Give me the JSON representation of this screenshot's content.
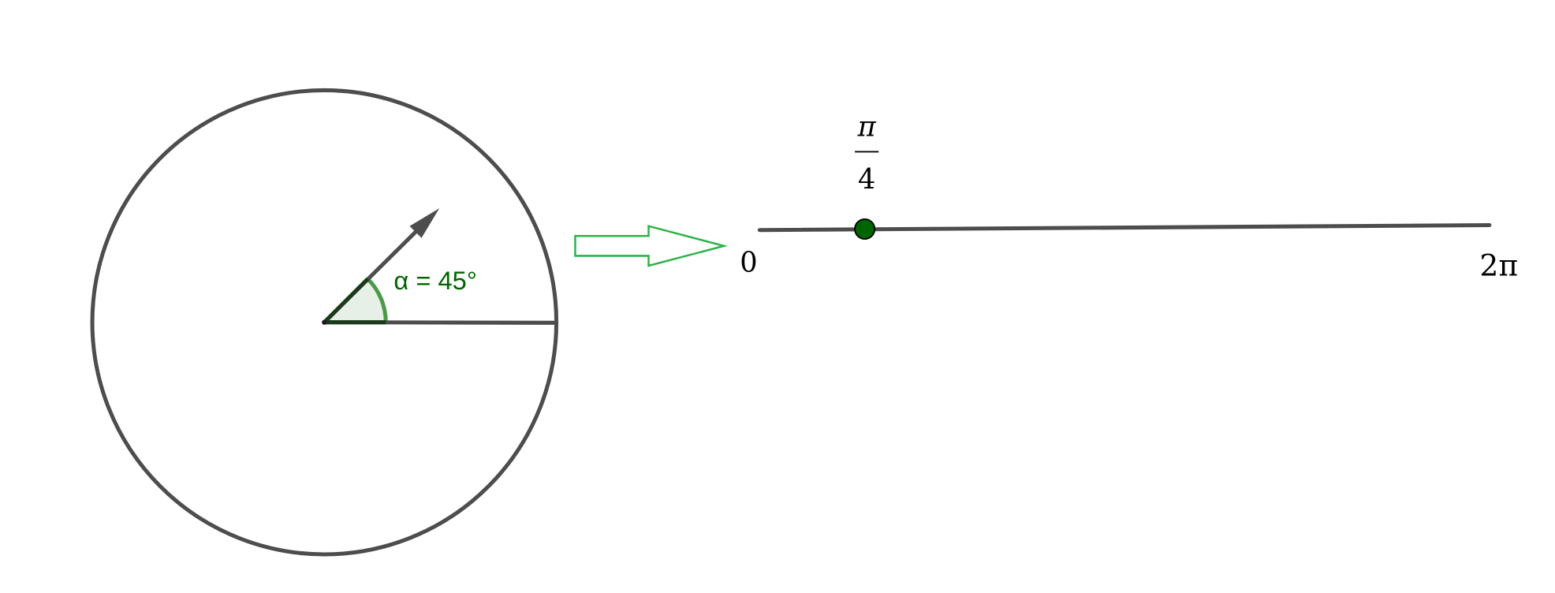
{
  "angle_label": "α = 45°",
  "number_line": {
    "start_label": "0",
    "end_label": "2π",
    "point_numerator": "π",
    "point_denominator": "4",
    "point_value_fraction_of_2pi": 0.125
  },
  "colors": {
    "stroke": "#4d4d4d",
    "angle_green": "#006400",
    "angle_fill": "#e6f0e6",
    "arrow_green": "#2db34a"
  }
}
